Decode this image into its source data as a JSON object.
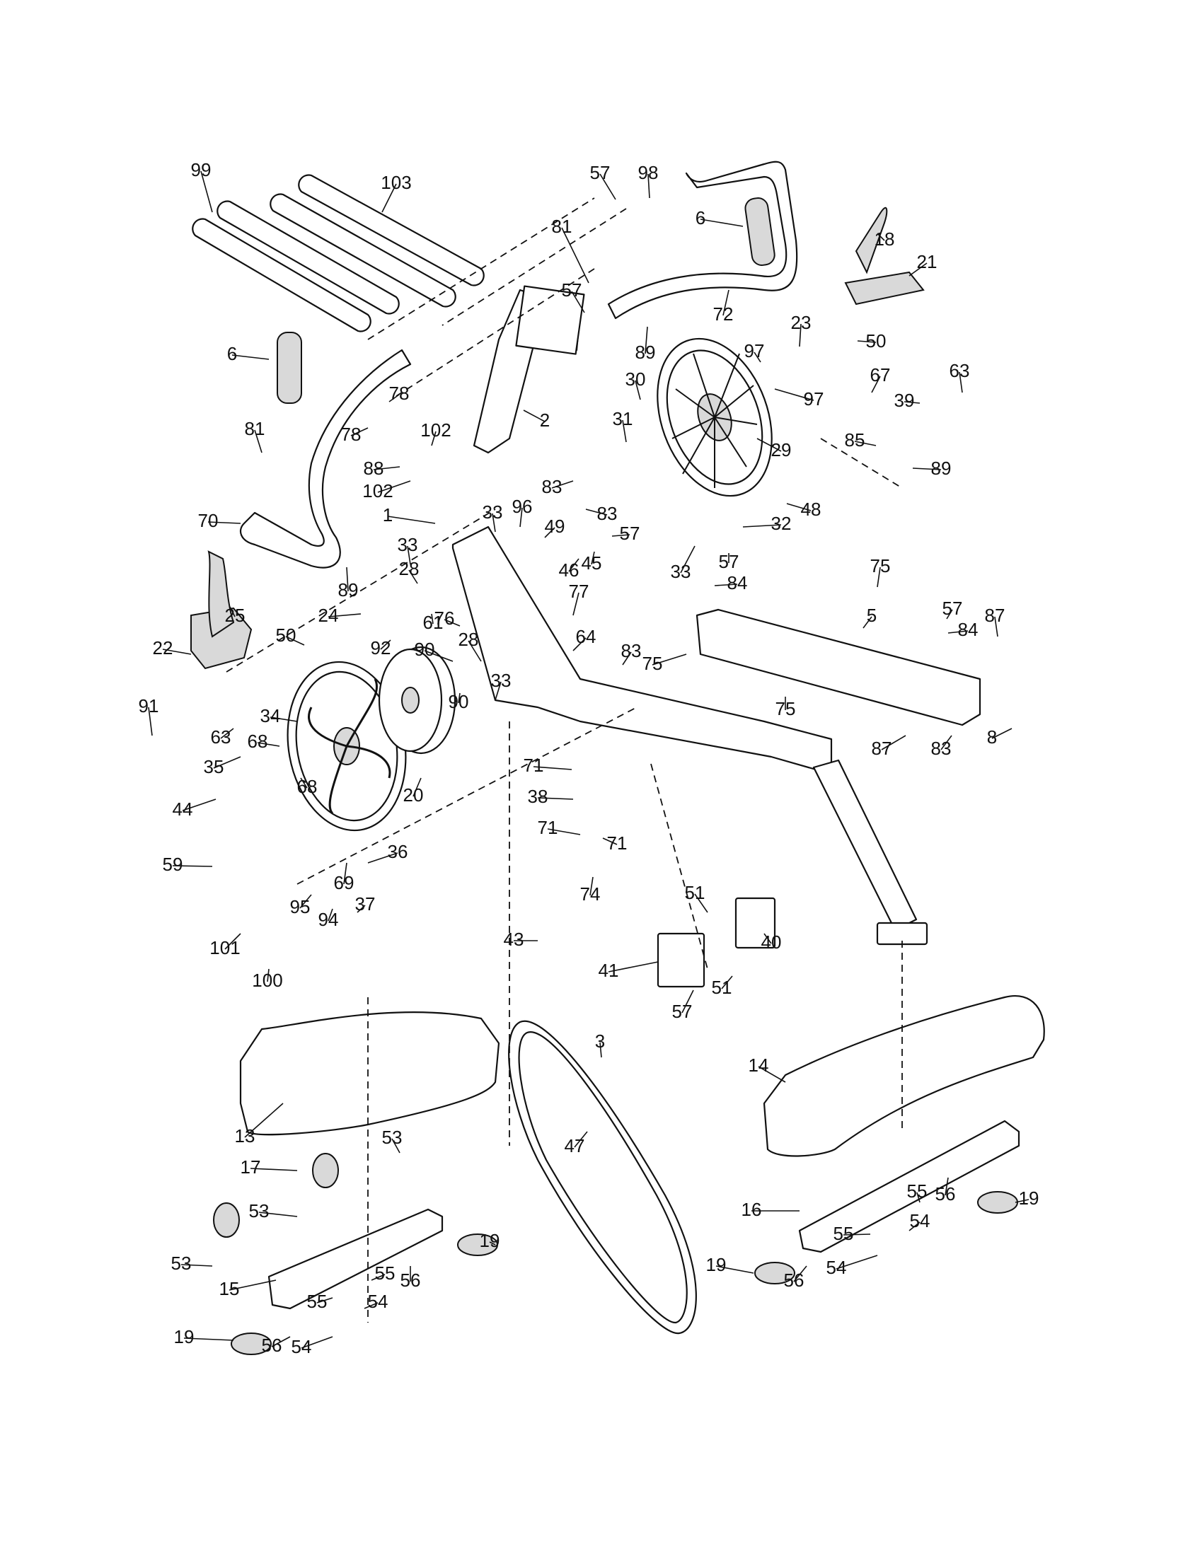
{
  "callouts": [
    {
      "id": "99",
      "t": "99"
    },
    {
      "id": "103",
      "t": "103"
    },
    {
      "id": "57a",
      "t": "57"
    },
    {
      "id": "98",
      "t": "98"
    },
    {
      "id": "6a",
      "t": "6"
    },
    {
      "id": "18",
      "t": "18"
    },
    {
      "id": "81a",
      "t": "81"
    },
    {
      "id": "57b",
      "t": "57"
    },
    {
      "id": "21",
      "t": "21"
    },
    {
      "id": "72",
      "t": "72"
    },
    {
      "id": "6b",
      "t": "6"
    },
    {
      "id": "23",
      "t": "23"
    },
    {
      "id": "89a",
      "t": "89"
    },
    {
      "id": "50a",
      "t": "50"
    },
    {
      "id": "97a",
      "t": "97"
    },
    {
      "id": "67",
      "t": "67"
    },
    {
      "id": "63a",
      "t": "63"
    },
    {
      "id": "30",
      "t": "30"
    },
    {
      "id": "97b",
      "t": "97"
    },
    {
      "id": "39",
      "t": "39"
    },
    {
      "id": "78a",
      "t": "78"
    },
    {
      "id": "2",
      "t": "2"
    },
    {
      "id": "31",
      "t": "31"
    },
    {
      "id": "81b",
      "t": "81"
    },
    {
      "id": "78b",
      "t": "78"
    },
    {
      "id": "102a",
      "t": "102"
    },
    {
      "id": "29",
      "t": "29"
    },
    {
      "id": "85",
      "t": "85"
    },
    {
      "id": "89b",
      "t": "89"
    },
    {
      "id": "88",
      "t": "88"
    },
    {
      "id": "83a",
      "t": "83"
    },
    {
      "id": "102b",
      "t": "102"
    },
    {
      "id": "48",
      "t": "48"
    },
    {
      "id": "70",
      "t": "70"
    },
    {
      "id": "1",
      "t": "1"
    },
    {
      "id": "33a",
      "t": "33"
    },
    {
      "id": "96",
      "t": "96"
    },
    {
      "id": "83b",
      "t": "83"
    },
    {
      "id": "32",
      "t": "32"
    },
    {
      "id": "49",
      "t": "49"
    },
    {
      "id": "57c",
      "t": "57"
    },
    {
      "id": "33b",
      "t": "33"
    },
    {
      "id": "46",
      "t": "46"
    },
    {
      "id": "45",
      "t": "45"
    },
    {
      "id": "33c",
      "t": "33"
    },
    {
      "id": "57d",
      "t": "57"
    },
    {
      "id": "89c",
      "t": "89"
    },
    {
      "id": "28a",
      "t": "28"
    },
    {
      "id": "75a",
      "t": "75"
    },
    {
      "id": "25",
      "t": "25"
    },
    {
      "id": "84a",
      "t": "84"
    },
    {
      "id": "77",
      "t": "77"
    },
    {
      "id": "24",
      "t": "24"
    },
    {
      "id": "61",
      "t": "61"
    },
    {
      "id": "76",
      "t": "76"
    },
    {
      "id": "57e",
      "t": "57"
    },
    {
      "id": "50b",
      "t": "50"
    },
    {
      "id": "5",
      "t": "5"
    },
    {
      "id": "84b",
      "t": "84"
    },
    {
      "id": "87a",
      "t": "87"
    },
    {
      "id": "92",
      "t": "92"
    },
    {
      "id": "64",
      "t": "64"
    },
    {
      "id": "22",
      "t": "22"
    },
    {
      "id": "90a",
      "t": "90"
    },
    {
      "id": "28b",
      "t": "28"
    },
    {
      "id": "83c",
      "t": "83"
    },
    {
      "id": "75b",
      "t": "75"
    },
    {
      "id": "33d",
      "t": "33"
    },
    {
      "id": "90b",
      "t": "90"
    },
    {
      "id": "75c",
      "t": "75"
    },
    {
      "id": "8",
      "t": "8"
    },
    {
      "id": "91",
      "t": "91"
    },
    {
      "id": "63b",
      "t": "63"
    },
    {
      "id": "34",
      "t": "34"
    },
    {
      "id": "87b",
      "t": "87"
    },
    {
      "id": "68a",
      "t": "68"
    },
    {
      "id": "83d",
      "t": "83"
    },
    {
      "id": "71a",
      "t": "71"
    },
    {
      "id": "35",
      "t": "35"
    },
    {
      "id": "20",
      "t": "20"
    },
    {
      "id": "68b",
      "t": "68"
    },
    {
      "id": "38",
      "t": "38"
    },
    {
      "id": "44",
      "t": "44"
    },
    {
      "id": "71b",
      "t": "71"
    },
    {
      "id": "71c",
      "t": "71"
    },
    {
      "id": "36",
      "t": "36"
    },
    {
      "id": "59",
      "t": "59"
    },
    {
      "id": "69",
      "t": "69"
    },
    {
      "id": "74",
      "t": "74"
    },
    {
      "id": "37",
      "t": "37"
    },
    {
      "id": "95",
      "t": "95"
    },
    {
      "id": "94",
      "t": "94"
    },
    {
      "id": "51a",
      "t": "51"
    },
    {
      "id": "43",
      "t": "43"
    },
    {
      "id": "40",
      "t": "40"
    },
    {
      "id": "101",
      "t": "101"
    },
    {
      "id": "41",
      "t": "41"
    },
    {
      "id": "100",
      "t": "100"
    },
    {
      "id": "51b",
      "t": "51"
    },
    {
      "id": "57f",
      "t": "57"
    },
    {
      "id": "3",
      "t": "3"
    },
    {
      "id": "14",
      "t": "14"
    },
    {
      "id": "13",
      "t": "13"
    },
    {
      "id": "47",
      "t": "47"
    },
    {
      "id": "53a",
      "t": "53"
    },
    {
      "id": "17",
      "t": "17"
    },
    {
      "id": "55a",
      "t": "55"
    },
    {
      "id": "56a",
      "t": "56"
    },
    {
      "id": "19a",
      "t": "19"
    },
    {
      "id": "53b",
      "t": "53"
    },
    {
      "id": "16",
      "t": "16"
    },
    {
      "id": "54a",
      "t": "54"
    },
    {
      "id": "19b",
      "t": "19"
    },
    {
      "id": "55b",
      "t": "55"
    },
    {
      "id": "53c",
      "t": "53"
    },
    {
      "id": "55c",
      "t": "55"
    },
    {
      "id": "56b",
      "t": "56"
    },
    {
      "id": "15",
      "t": "15"
    },
    {
      "id": "19c",
      "t": "19"
    },
    {
      "id": "54b",
      "t": "54"
    },
    {
      "id": "56c",
      "t": "56"
    },
    {
      "id": "55d",
      "t": "55"
    },
    {
      "id": "54c",
      "t": "54"
    },
    {
      "id": "19d",
      "t": "19"
    },
    {
      "id": "56d",
      "t": "56"
    },
    {
      "id": "54d",
      "t": "54"
    }
  ]
}
